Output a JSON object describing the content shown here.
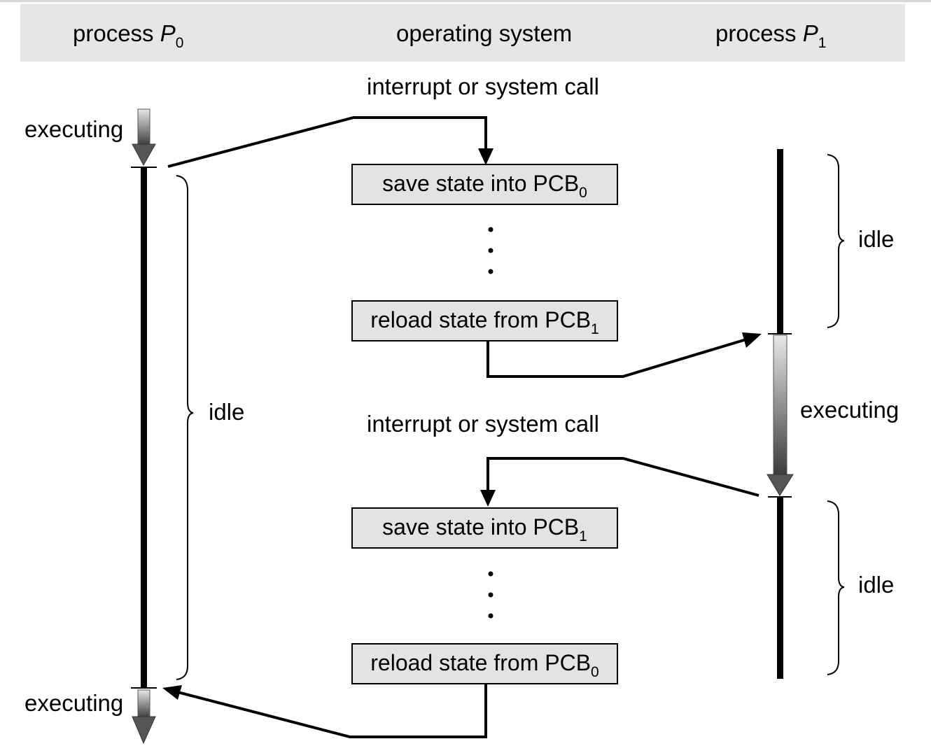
{
  "header": {
    "p0_word": "process",
    "p0_letter": "P",
    "p0_sub": "0",
    "os_title": "operating system",
    "p1_word": "process",
    "p1_letter": "P",
    "p1_sub": "1"
  },
  "labels": {
    "executing": "executing",
    "idle": "idle",
    "interrupt": "interrupt or system call"
  },
  "boxes": [
    {
      "text": "save state into PCB",
      "sub": "0"
    },
    {
      "text": "reload state from PCB",
      "sub": "1"
    },
    {
      "text": "save state into PCB",
      "sub": "1"
    },
    {
      "text": "reload state from PCB",
      "sub": "0"
    }
  ],
  "colors": {
    "header_bg": "#e6e6e6",
    "box_fill": "#e3e3e3",
    "line": "#000000"
  }
}
